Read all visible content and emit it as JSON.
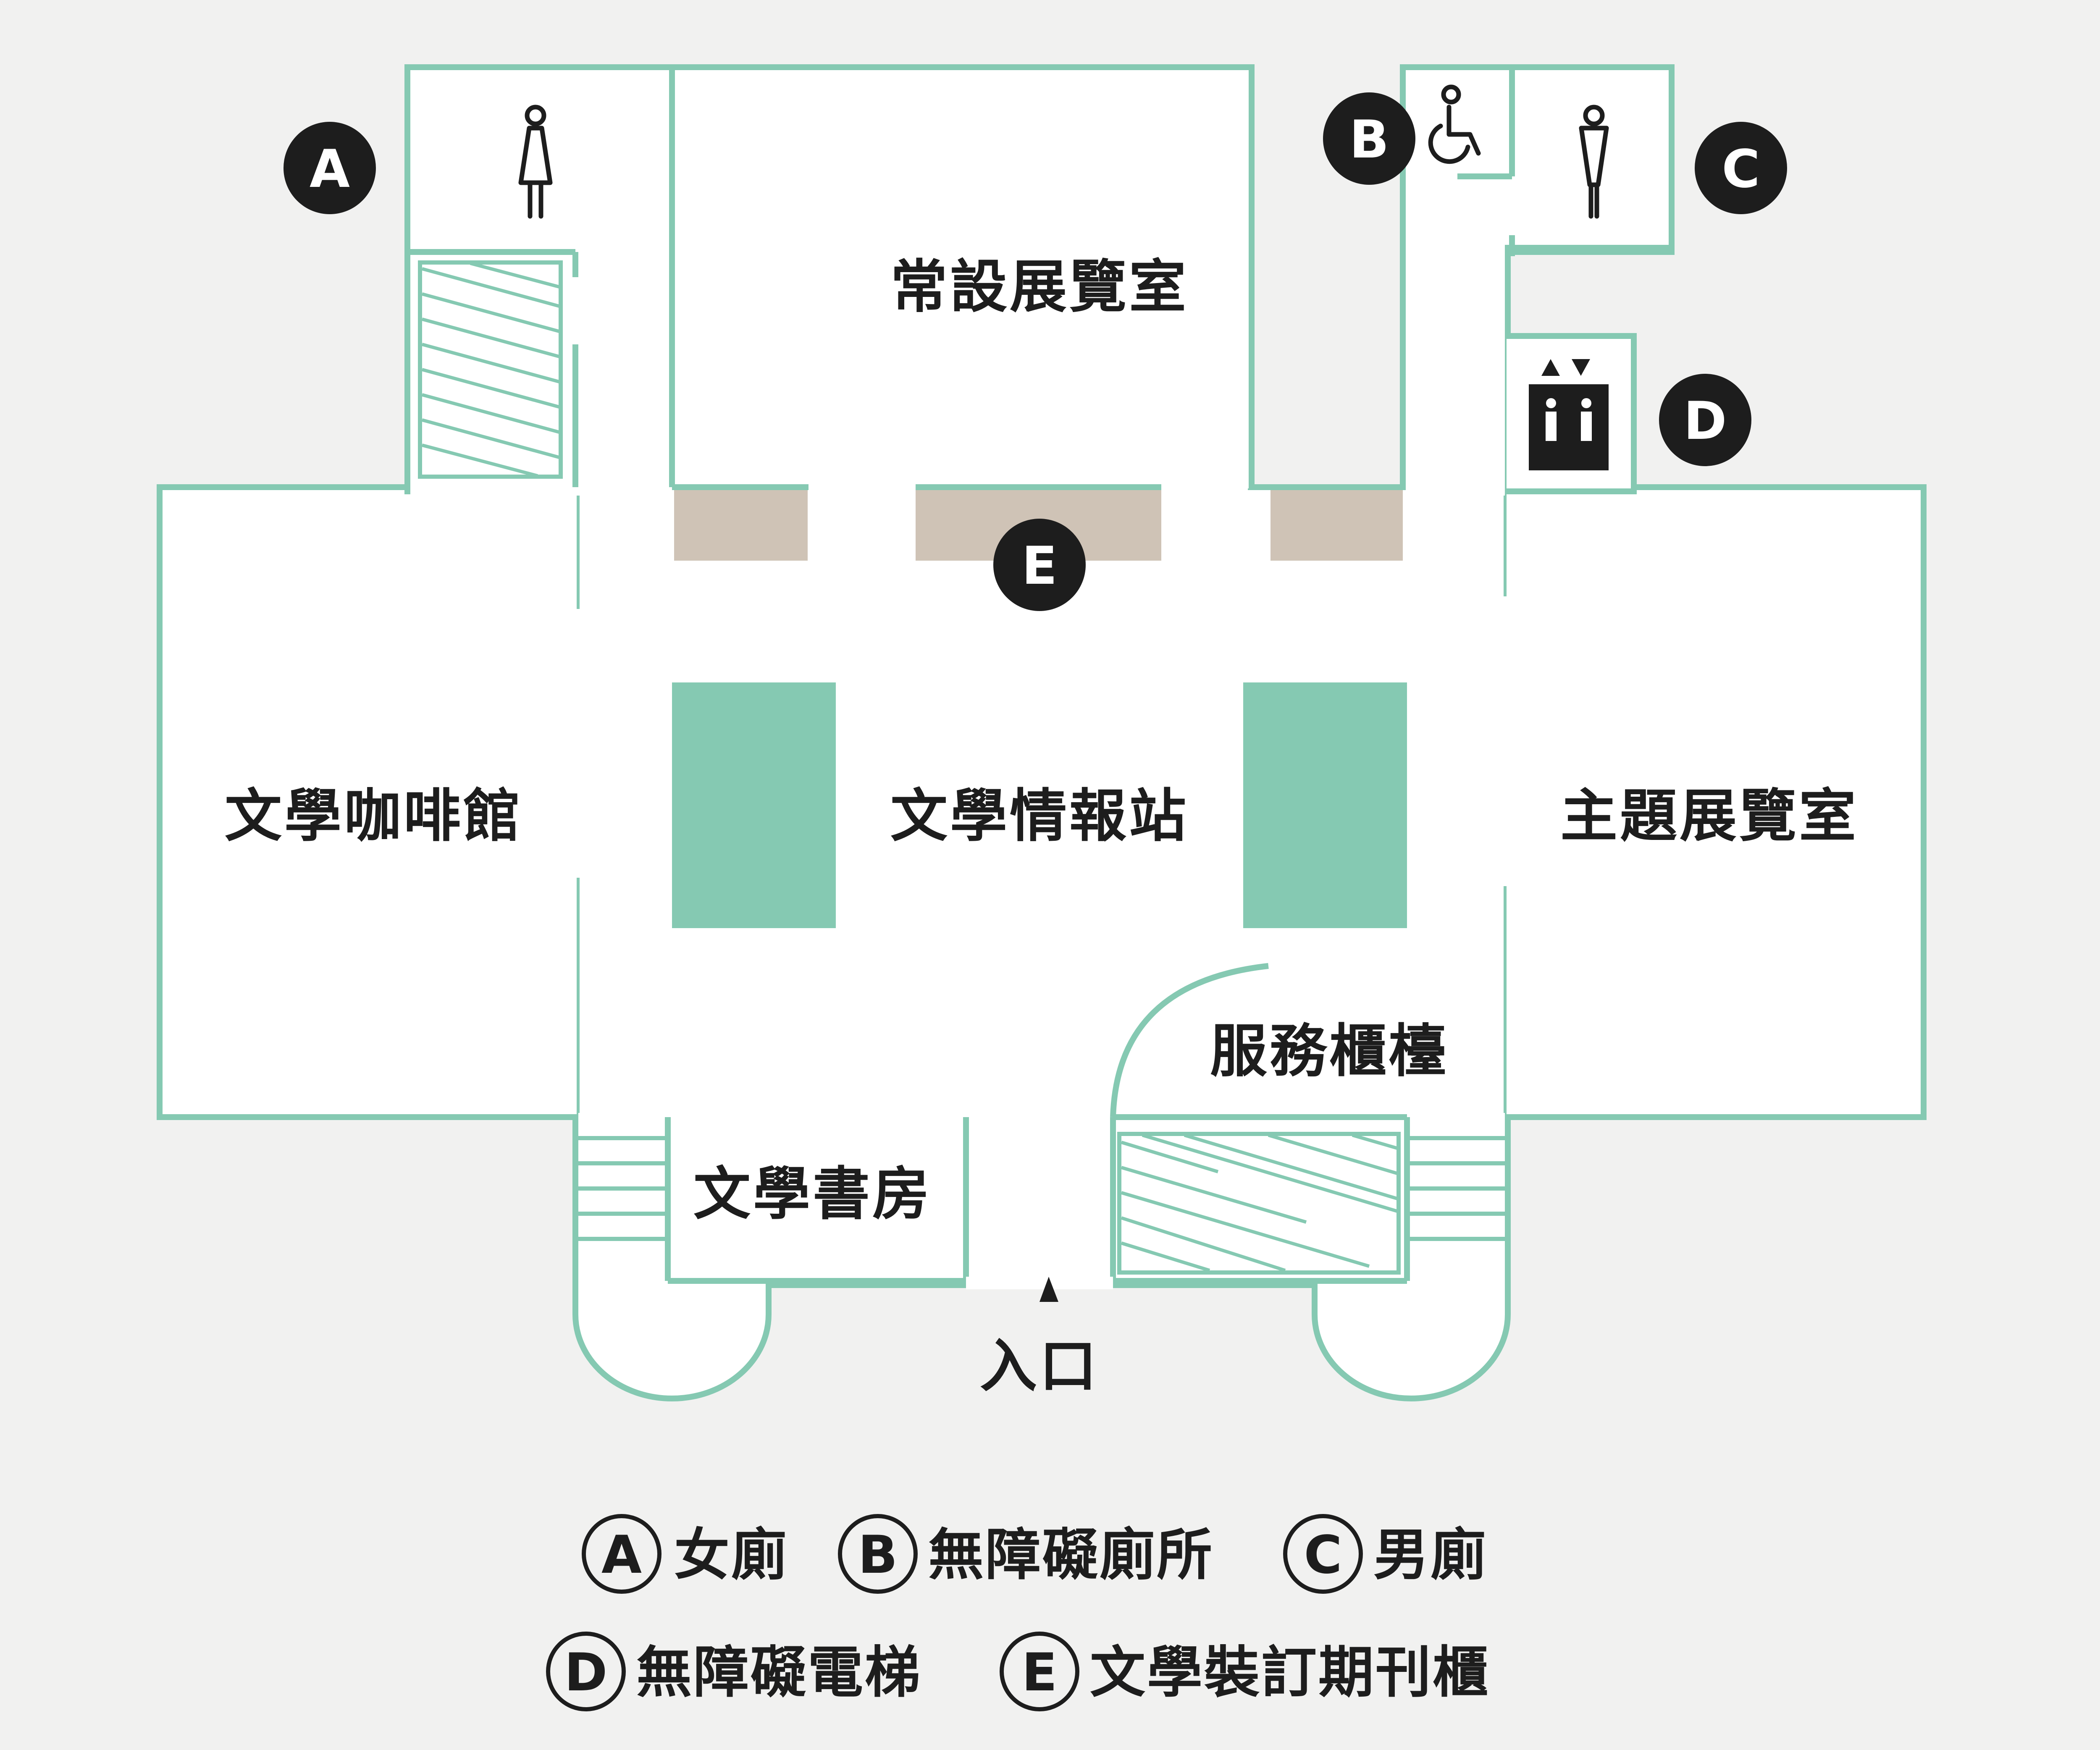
{
  "colors": {
    "background": "#f1f1f0",
    "wall": "#85c9b2",
    "shelf": "#cfc3b6",
    "pillar": "#85c9b2",
    "ink": "#1d1d1d"
  },
  "rooms": {
    "permanent_exhibition": "常設展覽室",
    "literature_cafe": "文學咖啡館",
    "literature_info_station": "文學情報站",
    "theme_exhibition": "主題展覽室",
    "service_counter": "服務櫃檯",
    "bookstore": "文學書房",
    "entrance": "入口"
  },
  "markers": {
    "a": "A",
    "b": "B",
    "c": "C",
    "d": "D",
    "e": "E"
  },
  "icons": {
    "female_toilet": "female-icon",
    "accessible_toilet": "wheelchair-icon",
    "male_toilet": "male-icon",
    "elevator": "elevator-icon",
    "entrance_arrow": "up-triangle-icon"
  },
  "legend": [
    {
      "letter": "A",
      "label": "女廁"
    },
    {
      "letter": "B",
      "label": "無障礙廁所"
    },
    {
      "letter": "C",
      "label": "男廁"
    },
    {
      "letter": "D",
      "label": "無障礙電梯"
    },
    {
      "letter": "E",
      "label": "文學裝訂期刊櫃"
    }
  ]
}
